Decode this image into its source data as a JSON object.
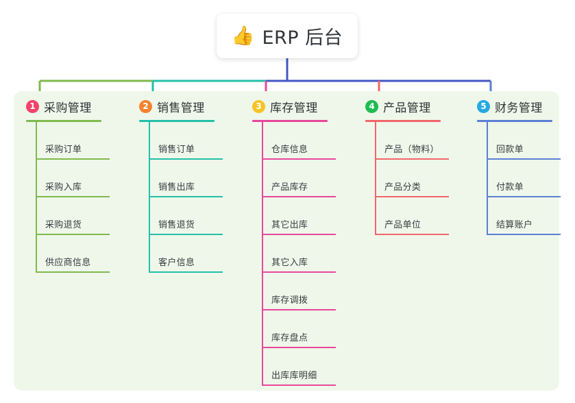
{
  "diagram": {
    "type": "mind-map",
    "root": {
      "icon": "thumbs-up-emoji",
      "icon_glyph": "👍",
      "title": "ERP 后台"
    },
    "panel_background": "#eff7ea",
    "root_connector_color": "#4456c4",
    "branches": [
      {
        "index": "1",
        "title": "采购管理",
        "color": "#7fba4c",
        "badge_color": "#f2436a",
        "children": [
          "采购订单",
          "采购入库",
          "采购退货",
          "供应商信息"
        ]
      },
      {
        "index": "2",
        "title": "销售管理",
        "color": "#22bfa8",
        "badge_color": "#f5822f",
        "children": [
          "销售订单",
          "销售出库",
          "销售退货",
          "客户信息"
        ]
      },
      {
        "index": "3",
        "title": "库存管理",
        "color": "#e8479b",
        "badge_color": "#f7c325",
        "children": [
          "仓库信息",
          "产品库存",
          "其它出库",
          "其它入库",
          "库存调拨",
          "库存盘点",
          "出库库明细"
        ]
      },
      {
        "index": "4",
        "title": "产品管理",
        "color": "#f2656a",
        "badge_color": "#1cbd52",
        "children": [
          "产品（物料）",
          "产品分类",
          "产品单位"
        ]
      },
      {
        "index": "5",
        "title": "财务管理",
        "color": "#5b7fd4",
        "badge_color": "#26a9e0",
        "children": [
          "回款单",
          "付款单",
          "结算账户"
        ]
      }
    ]
  }
}
